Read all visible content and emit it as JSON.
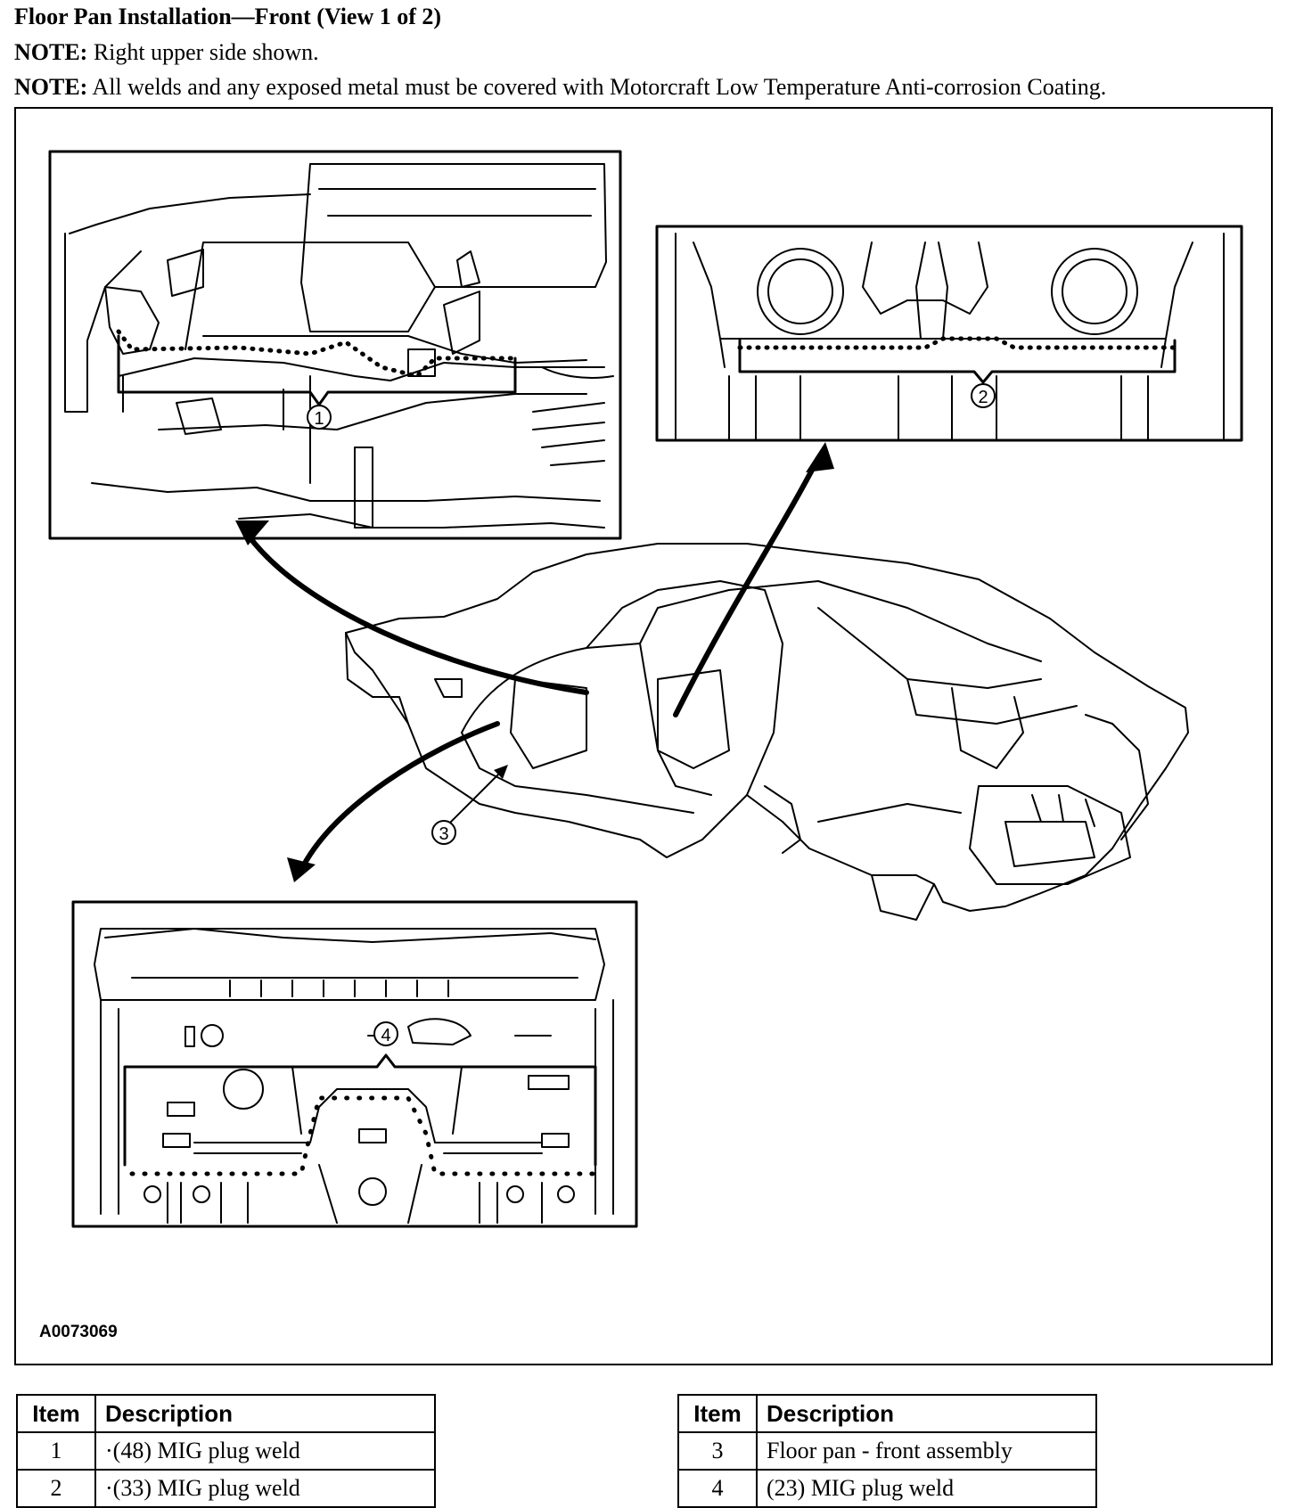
{
  "header": {
    "title": "Floor Pan Installation—Front (View 1 of 2)",
    "note_label_1": "NOTE:",
    "note_text_1": "Right upper side shown.",
    "note_label_2": "NOTE:",
    "note_text_2": "All welds and any exposed metal must be covered with Motorcraft Low Temperature Anti-corrosion Coating."
  },
  "figure": {
    "id": "A0073069",
    "callouts": [
      "1",
      "2",
      "3",
      "4"
    ]
  },
  "legend": {
    "header_item": "Item",
    "header_description": "Description",
    "left_rows": [
      {
        "item": "1",
        "description": "·(48) MIG plug weld"
      },
      {
        "item": "2",
        "description": "·(33) MIG plug weld"
      }
    ],
    "right_rows": [
      {
        "item": "3",
        "description": "Floor pan - front assembly"
      },
      {
        "item": "4",
        "description": "(23) MIG plug weld"
      }
    ]
  }
}
